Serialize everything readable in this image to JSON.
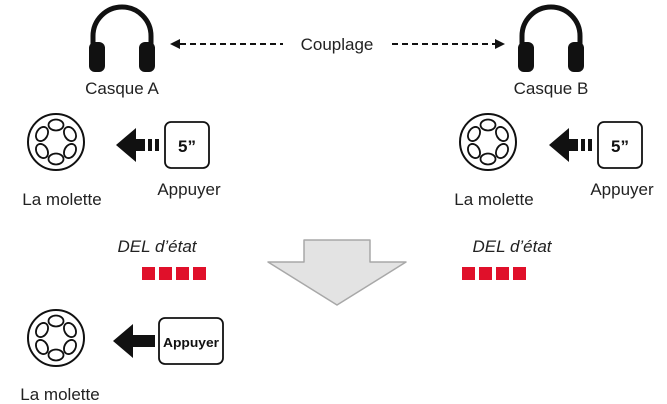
{
  "coupling": {
    "label": "Couplage"
  },
  "headset_a": {
    "name": "Casque A",
    "wheel_label": "La molette",
    "button_text": "5”",
    "press_label": "Appuyer",
    "led_label": "DEL d’état",
    "led_count": 4
  },
  "headset_b": {
    "name": "Casque B",
    "wheel_label": "La molette",
    "button_text": "5”",
    "press_label": "Appuyer",
    "led_label": "DEL d’état",
    "led_count": 4
  },
  "step_final": {
    "wheel_label": "La molette",
    "button_text": "Appuyer"
  },
  "icons": {
    "headset": "headphones-icon",
    "wheel": "jog-dial-icon",
    "push_arrow": "push-arrow-icon",
    "down_arrow": "down-arrow-icon"
  },
  "colors": {
    "led": "#e0102a",
    "ink": "#111111",
    "arrow_fill": "#e3e3e3",
    "arrow_stroke": "#a8a8a8"
  }
}
